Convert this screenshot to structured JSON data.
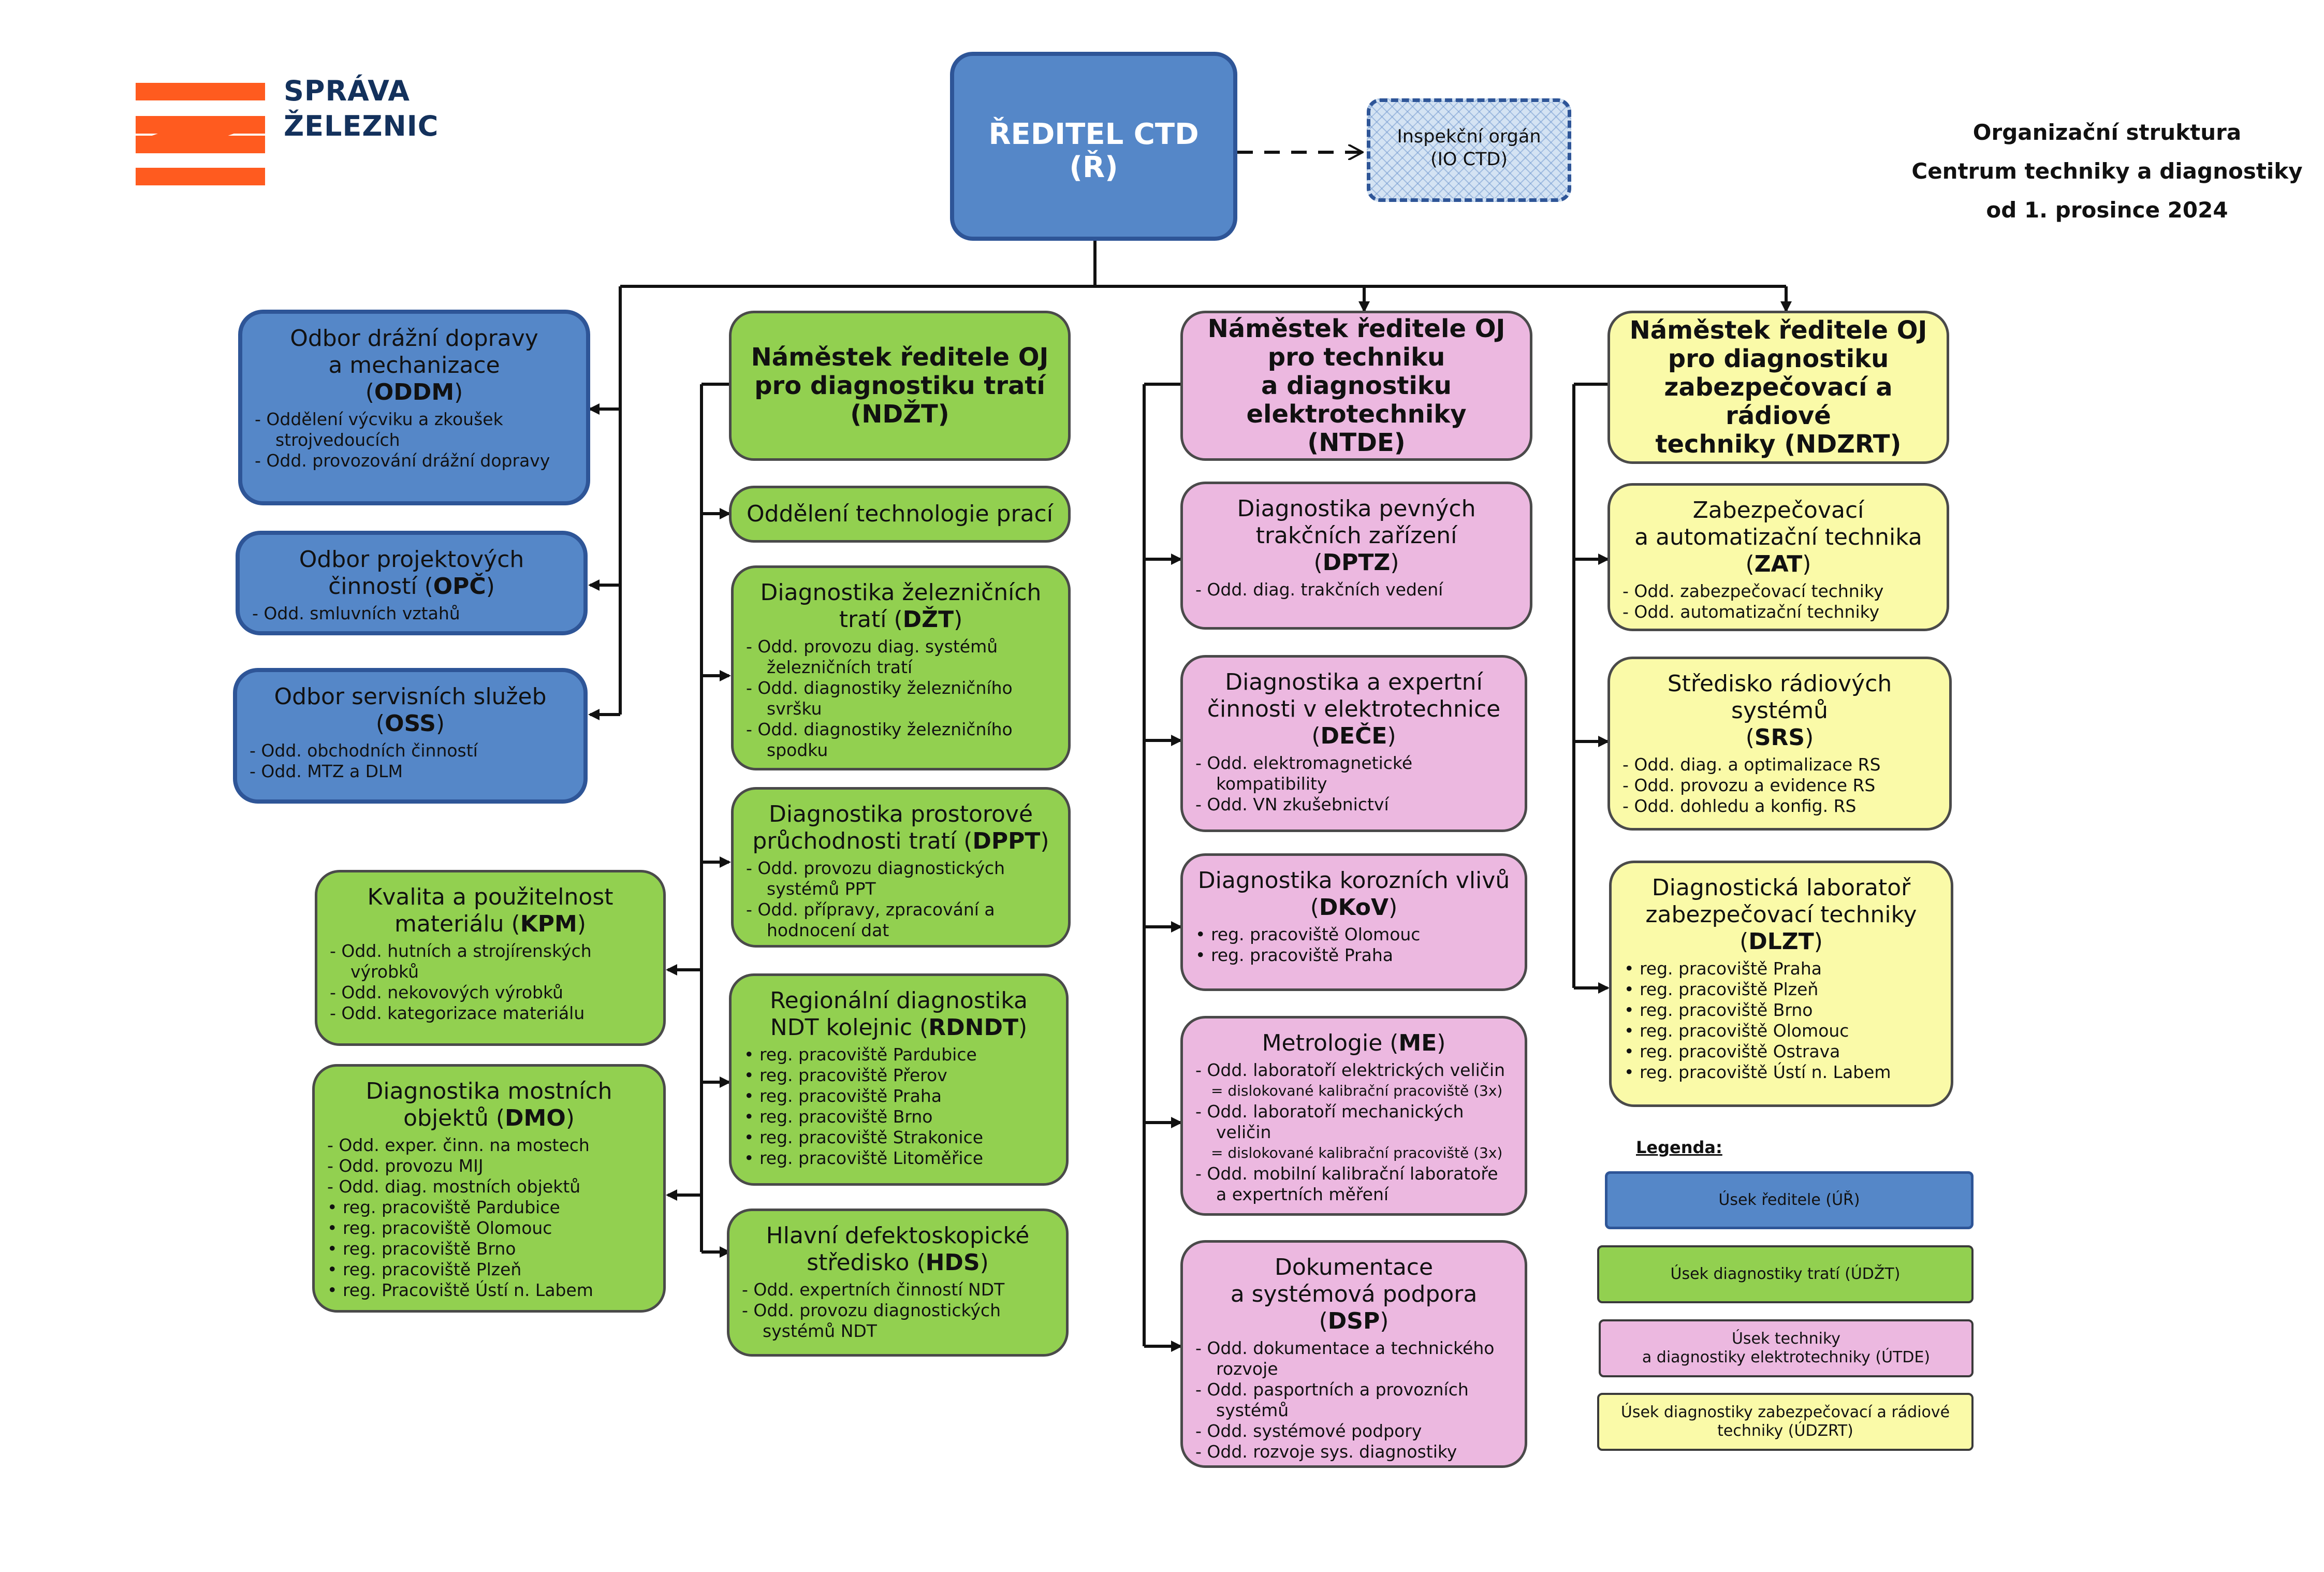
{
  "logo": {
    "line1": "SPRÁVA",
    "line2": "ŽELEZNIC"
  },
  "header": {
    "lines": [
      "Organizační struktura",
      "Centrum techniky a diagnostiky",
      "od 1. prosince 2024"
    ]
  },
  "director": {
    "line1": "ŘEDITEL CTD",
    "line2": "(Ř)"
  },
  "inspection": {
    "line1": "Inspekční orgán",
    "line2": "(IO CTD)"
  },
  "left_top": [
    {
      "title": "Odbor drážní dopravy\na mechanizace",
      "code": "ODDM",
      "items": [
        "Oddělení výcviku a zkoušek strojvedoucích",
        "Odd. provozování drážní dopravy"
      ]
    },
    {
      "title": "Odbor projektových činností",
      "code": "OPČ",
      "items": [
        "Odd. smluvních vztahů"
      ]
    },
    {
      "title": "Odbor servisních služeb",
      "code": "OSS",
      "items": [
        "Odd. obchodních činností",
        "Odd. MTZ a DLM"
      ]
    }
  ],
  "left_bottom": [
    {
      "title": "Kvalita a použitelnost\nmateriálu",
      "code": "KPM",
      "items": [
        "Odd. hutních a strojírenských výrobků",
        "Odd. nekovových výrobků",
        "Odd. kategorizace materiálu"
      ]
    },
    {
      "title": "Diagnostika mostních\nobjektů",
      "code": "DMO",
      "items": [
        "Odd. exper. činn. na mostech",
        "Odd. provozu MIJ",
        "Odd. diag. mostních objektů",
        "• reg. pracoviště Pardubice",
        "• reg. pracoviště Olomouc",
        "• reg. pracoviště Brno",
        "• reg. pracoviště Plzeň",
        "• reg. Pracoviště Ústí n. Labem"
      ]
    }
  ],
  "green": {
    "head": "Náměstek ředitele OJ\npro diagnostiku tratí\n(NDŽT)",
    "units": [
      {
        "title": "Oddělení technologie prací",
        "code": "",
        "items": []
      },
      {
        "title": "Diagnostika železničních\ntratí",
        "code": "DŽT",
        "items": [
          "Odd. provozu diag. systémů železničních tratí",
          "Odd. diagnostiky železničního svršku",
          "Odd. diagnostiky železničního spodku"
        ]
      },
      {
        "title": "Diagnostika prostorové\nprůchodnosti tratí",
        "code": "DPPT",
        "items": [
          "Odd. provozu diagnostických systémů PPT",
          "Odd. přípravy, zpracování a hodnocení dat"
        ]
      },
      {
        "title": "Regionální diagnostika\nNDT kolejnic",
        "code": "RDNDT",
        "items": [
          "• reg. pracoviště Pardubice",
          "• reg. pracoviště Přerov",
          "• reg. pracoviště Praha",
          "• reg. pracoviště Brno",
          "• reg. pracoviště Strakonice",
          "• reg. pracoviště Litoměřice"
        ]
      },
      {
        "title": "Hlavní defektoskopické\nstředisko",
        "code": "HDS",
        "items": [
          "Odd. expertních činností NDT",
          "Odd. provozu diagnostických systémů NDT"
        ]
      }
    ]
  },
  "pink": {
    "head": "Náměstek ředitele OJ\npro techniku\na diagnostiku\nelektrotechniky\n(NTDE)",
    "units": [
      {
        "title": "Diagnostika pevných\ntrakčních zařízení",
        "code": "DPTZ",
        "items": [
          "Odd. diag. trakčních vedení"
        ]
      },
      {
        "title": "Diagnostika a expertní\nčinnosti v elektrotechnice",
        "code": "DEČE",
        "items": [
          "Odd. elektromagnetické kompatibility",
          "Odd. VN zkušebnictví"
        ]
      },
      {
        "title": "Diagnostika korozních vlivů",
        "code": "DKoV",
        "items": [
          "• reg. pracoviště Olomouc",
          "• reg. pracoviště Praha"
        ]
      },
      {
        "title": "Metrologie",
        "code": "ME",
        "items": [
          "Odd. laboratoří elektrických veličin",
          "= dislokované kalibrační pracoviště (3x)",
          "Odd. laboratoří mechanických veličin",
          "= dislokované kalibrační pracoviště (3x)",
          "Odd. mobilní kalibrační laboratoře a expertních měření"
        ]
      },
      {
        "title": "Dokumentace\na systémová podpora",
        "code": "DSP",
        "items": [
          "Odd. dokumentace a technického rozvoje",
          "Odd. pasportních a provozních systémů",
          "Odd. systémové podpory",
          "Odd. rozvoje sys. diagnostiky"
        ]
      }
    ]
  },
  "yellow": {
    "head": "Náměstek ředitele OJ\npro diagnostiku\nzabezpečovací a rádiové\ntechniky (NDZRT)",
    "units": [
      {
        "title": "Zabezpečovací\na automatizační technika",
        "code": "ZAT",
        "items": [
          "Odd. zabezpečovací techniky",
          "Odd. automatizační techniky"
        ]
      },
      {
        "title": "Středisko rádiových systémů",
        "code": "SRS",
        "items": [
          "Odd. diag. a optimalizace RS",
          "Odd. provozu a evidence RS",
          "Odd. dohledu a konfig. RS"
        ]
      },
      {
        "title": "Diagnostická laboratoř\nzabezpečovací techniky",
        "code": "DLZT",
        "items": [
          "• reg. pracoviště Praha",
          "• reg. pracoviště Plzeň",
          "• reg. pracoviště Brno",
          "• reg. pracoviště Olomouc",
          "• reg. pracoviště Ostrava",
          "• reg. pracoviště Ústí n. Labem"
        ]
      }
    ]
  },
  "legend": {
    "label": "Legenda:",
    "items": [
      {
        "text": "Úsek ředitele (ÚŘ)",
        "color": "#5587c8"
      },
      {
        "text": "Úsek diagnostiky tratí (ÚDŽT)",
        "color": "#92d050"
      },
      {
        "text": "Úsek techniky\na diagnostiky elektrotechniky (ÚTDE)",
        "color": "#ecb8e0"
      },
      {
        "text": "Úsek diagnostiky zabezpečovací a rádiové\ntechniky (ÚDZRT)",
        "color": "#fafaa8"
      }
    ]
  }
}
